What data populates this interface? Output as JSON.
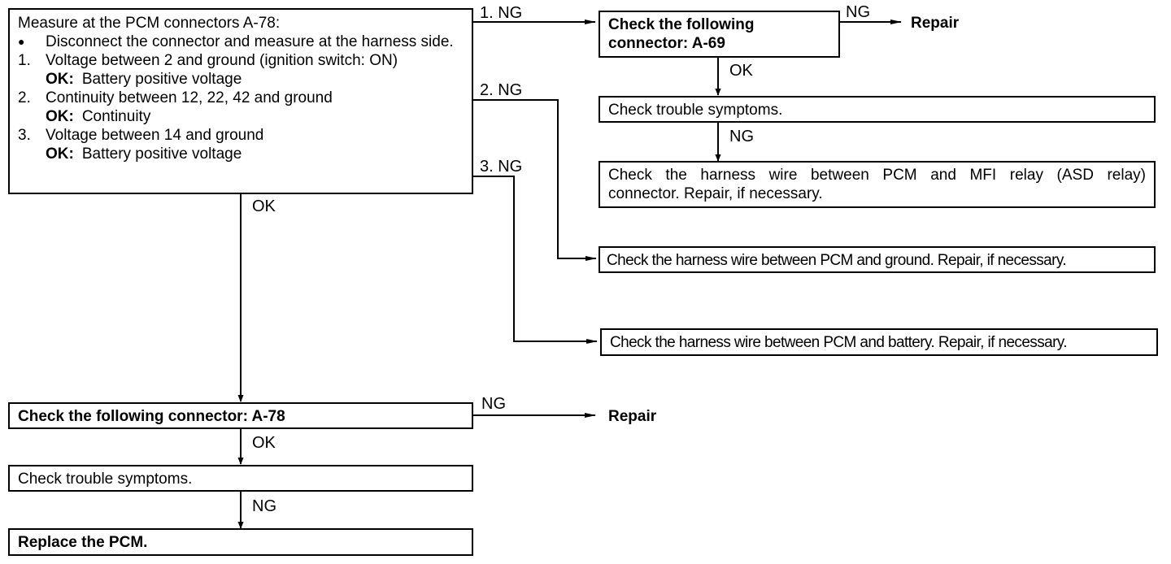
{
  "main_box": {
    "title": "Measure at the PCM connectors A-78:",
    "bullet_symbol": "●",
    "bullet_text": "Disconnect the connector and measure at the harness side.",
    "steps": [
      {
        "num": "1.",
        "text": "Voltage between 2 and ground (ignition switch: ON)",
        "ok_label": "OK:",
        "ok_value": "Battery positive voltage"
      },
      {
        "num": "2.",
        "text": "Continuity between 12, 22, 42 and ground",
        "ok_label": "OK:",
        "ok_value": "Continuity"
      },
      {
        "num": "3.",
        "text": "Voltage between 14 and ground",
        "ok_label": "OK:",
        "ok_value": "Battery positive voltage"
      }
    ]
  },
  "connector_a69": {
    "line1": "Check the following",
    "line2": "connector: A-69"
  },
  "trouble_symptoms_top": "Check trouble symptoms.",
  "harness_mfi": {
    "line1": "Check the harness wire between PCM and MFI relay (ASD relay)",
    "line2": "connector. Repair, if necessary."
  },
  "harness_ground": "Check the harness wire between PCM and ground. Repair, if necessary.",
  "harness_battery": "Check the harness wire between PCM and battery. Repair, if necessary.",
  "connector_a78": "Check the following connector: A-78",
  "trouble_symptoms_bottom": "Check trouble symptoms.",
  "replace_pcm": "Replace the PCM.",
  "repair_top": "Repair",
  "repair_bottom": "Repair",
  "labels": {
    "ng1": "1. NG",
    "ng2": "2. NG",
    "ng3": "3. NG",
    "ng_a69": "NG",
    "ok_a69": "OK",
    "ng_symptoms_top": "NG",
    "ok_main": "OK",
    "ng_a78": "NG",
    "ok_a78": "OK",
    "ng_symptoms_bottom": "NG"
  }
}
